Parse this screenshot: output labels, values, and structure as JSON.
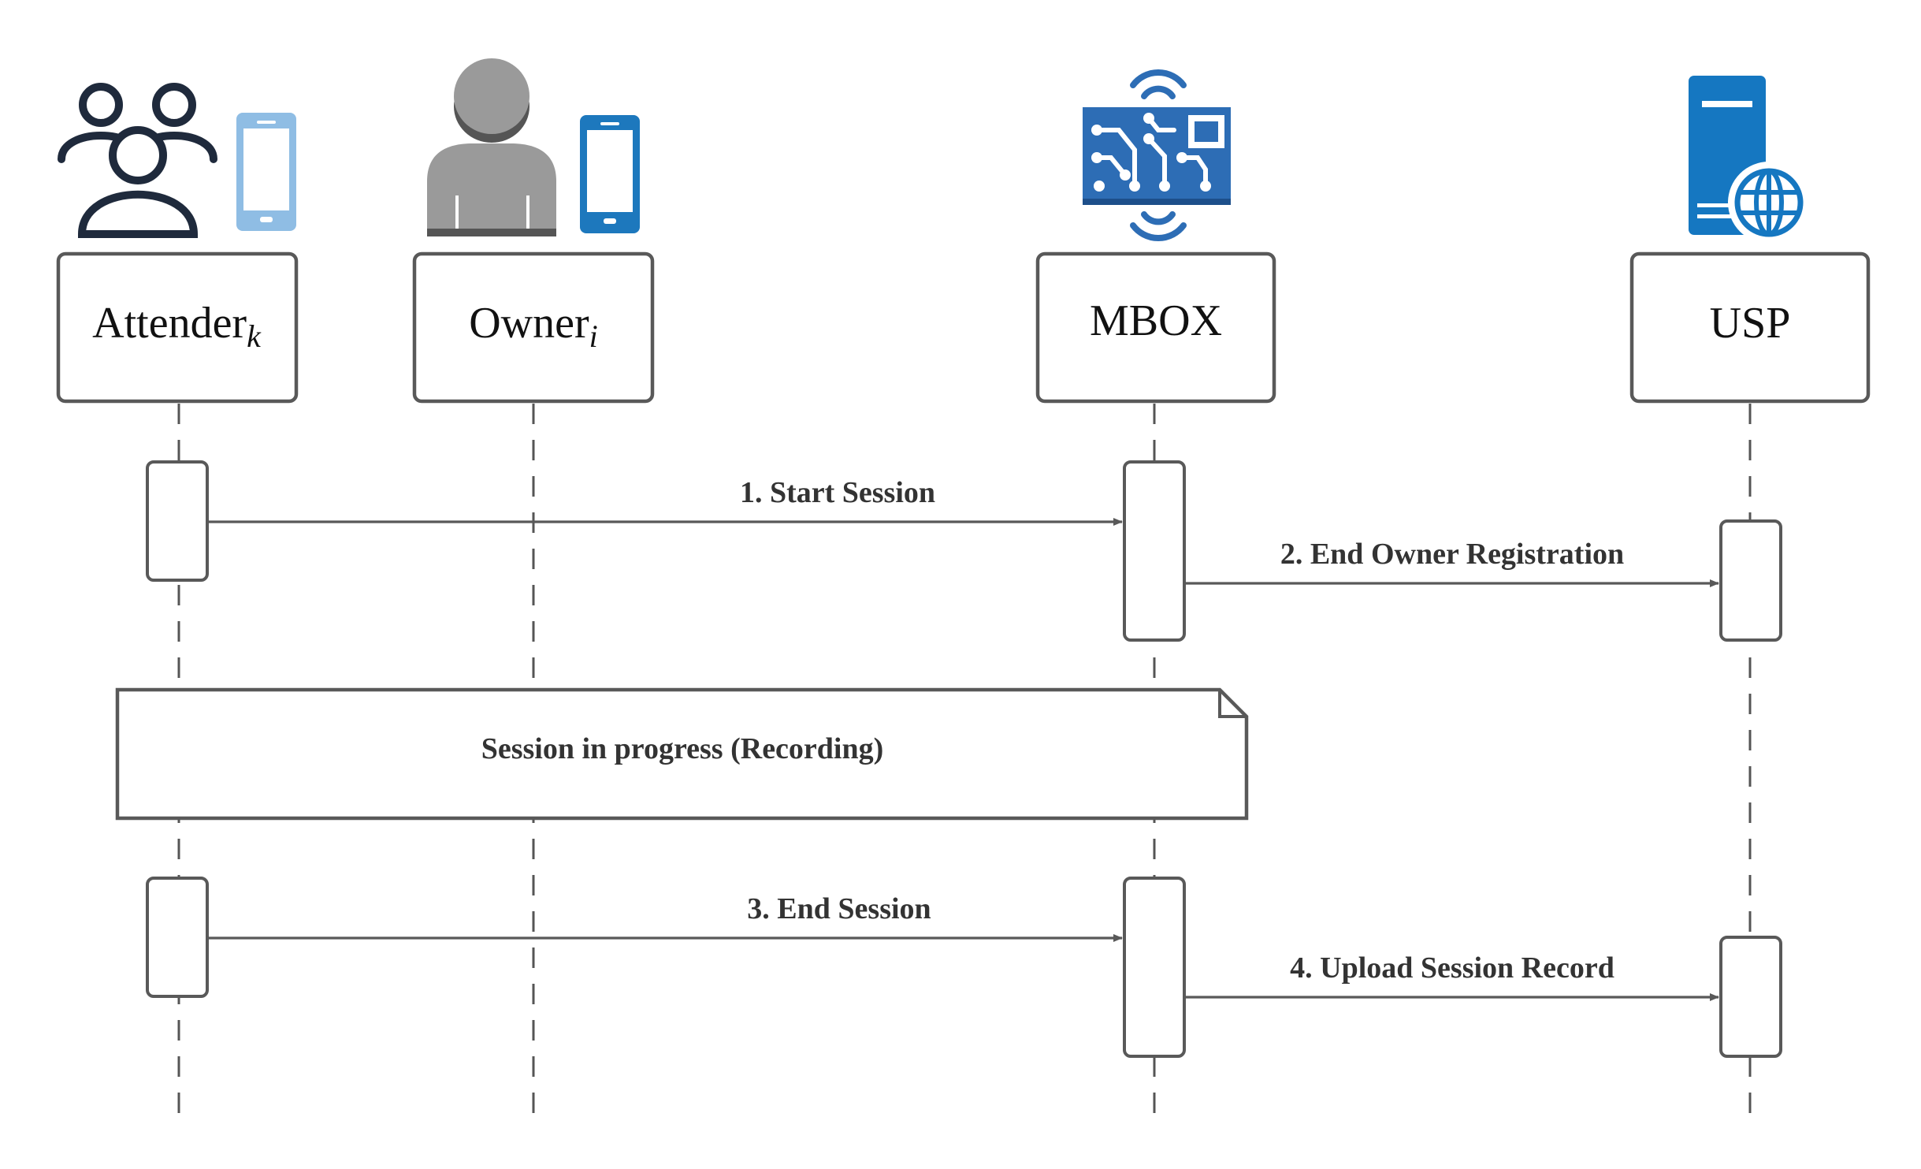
{
  "participants": [
    {
      "id": "attender",
      "label": "Attender",
      "subscript": "k",
      "icon": "group-people-icon"
    },
    {
      "id": "owner",
      "label": "Owner",
      "subscript": "i",
      "icon": "person-icon"
    },
    {
      "id": "mbox",
      "label": "MBOX",
      "subscript": "",
      "icon": "circuit-board-wireless-icon"
    },
    {
      "id": "usp",
      "label": "USP",
      "subscript": "",
      "icon": "web-server-icon"
    }
  ],
  "messages": [
    {
      "label": "1. Start Session",
      "from": "attender",
      "to": "mbox"
    },
    {
      "label": "2. End Owner Registration",
      "from": "mbox",
      "to": "usp"
    },
    {
      "label": "3. End Session",
      "from": "attender",
      "to": "mbox"
    },
    {
      "label": "4. Upload Session Record",
      "from": "mbox",
      "to": "usp"
    }
  ],
  "note": {
    "label": "Session in progress (Recording)"
  },
  "colors": {
    "line": "#595959",
    "icon_dark": "#1f2a3c",
    "phone_light": "#8fbde4",
    "phone_dark": "#1d78bd",
    "person": "#9a9a9a",
    "mbox_blue": "#2d6db5",
    "server_blue": "#1577c1"
  }
}
